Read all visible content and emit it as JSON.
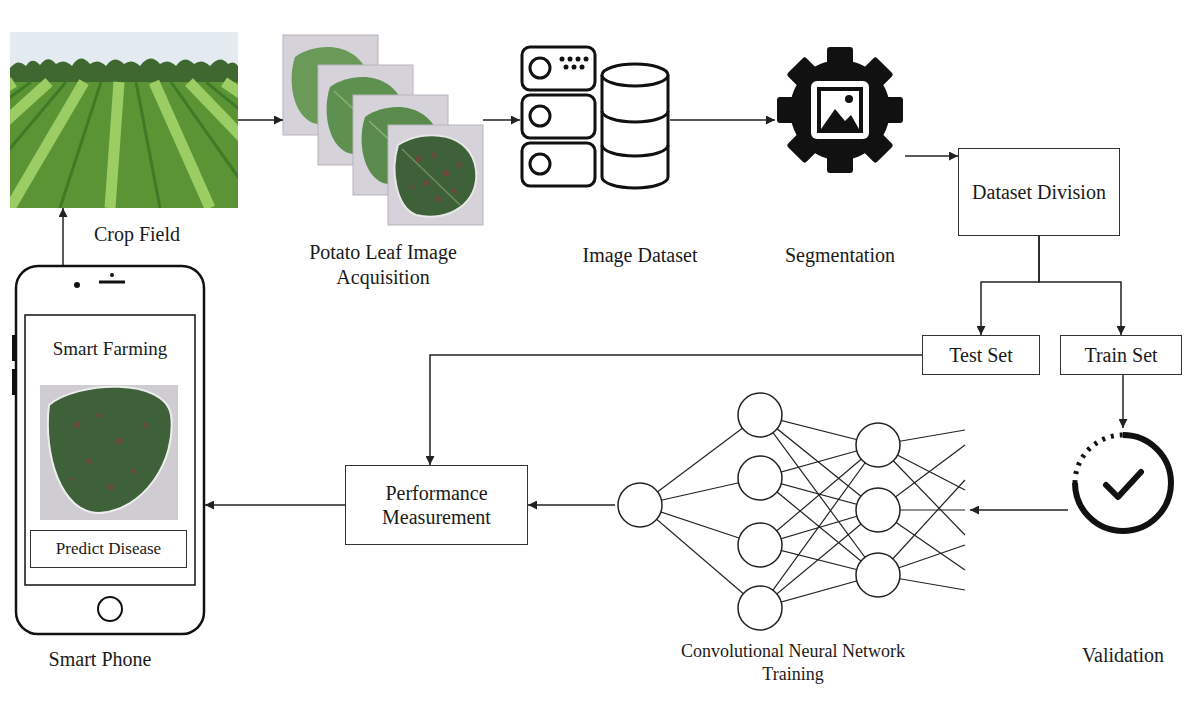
{
  "diagram": {
    "nodes": [
      {
        "text": [
          "Crop Field"
        ]
      },
      {
        "text": [
          "Potato Leaf Image Acquisition"
        ]
      },
      {
        "text": [
          "Image Dataset"
        ]
      },
      {
        "text": [
          "Segmentation"
        ]
      },
      {
        "text": [
          "Dataset Division"
        ]
      },
      {
        "text": [
          "Test Set"
        ]
      },
      {
        "text": [
          "Train Set"
        ]
      },
      {
        "text": [
          "Validation"
        ]
      },
      {
        "text": [
          "Convolutional Neural Network Training"
        ]
      },
      {
        "text": [
          "Performance Measurement"
        ]
      },
      {
        "text": [
          "Smart Farming",
          "Smart Phone"
        ]
      },
      {
        "text": [
          "Predict Disease"
        ],
        "in": 10
      }
    ],
    "edges": [
      {
        "from": 0,
        "to": 1,
        "arrow": "to"
      },
      {
        "from": 1,
        "to": 2,
        "arrow": "to"
      },
      {
        "from": 2,
        "to": 3,
        "arrow": "to"
      },
      {
        "from": 3,
        "to": 4,
        "arrow": "to"
      },
      {
        "from": 4,
        "to": 5,
        "arrow": "to"
      },
      {
        "from": 4,
        "to": 6,
        "arrow": "to"
      },
      {
        "from": 6,
        "to": 7,
        "arrow": "to"
      },
      {
        "from": 7,
        "to": 8,
        "arrow": "to"
      },
      {
        "from": 8,
        "to": 9,
        "arrow": "to"
      },
      {
        "from": 5,
        "to": 9,
        "arrow": "to"
      },
      {
        "from": 9,
        "to": 10,
        "arrow": "to"
      },
      {
        "from": 10,
        "to": 0,
        "arrow": "to"
      }
    ]
  }
}
